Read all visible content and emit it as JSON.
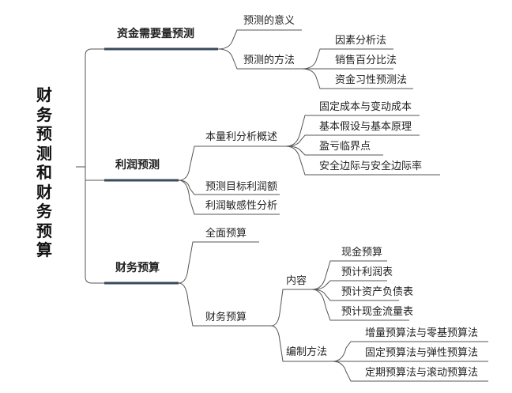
{
  "mindmap": {
    "root": "财务预测和财务预算",
    "branches": [
      {
        "label": "资金需要量预测",
        "children": [
          {
            "label": "预测的意义"
          },
          {
            "label": "预测的方法",
            "children": [
              "因素分析法",
              "销售百分比法",
              "资金习性预测法"
            ]
          }
        ]
      },
      {
        "label": "利润预测",
        "children": [
          {
            "label": "本量利分析概述",
            "children": [
              "固定成本与变动成本",
              "基本假设与基本原理",
              "盈亏临界点",
              "安全边际与安全边际率"
            ]
          },
          {
            "label": "预测目标利润额"
          },
          {
            "label": "利润敏感性分析"
          }
        ]
      },
      {
        "label": "财务预算",
        "children": [
          {
            "label": "全面预算"
          },
          {
            "label": "财务预算",
            "children": [
              {
                "label": "内容",
                "children": [
                  "现金预算",
                  "预计利润表",
                  "预计资产负债表",
                  "预计现金流量表"
                ]
              },
              {
                "label": "编制方法",
                "children": [
                  "增量预算法与零基预算法",
                  "固定预算法与弹性预算法",
                  "定期预算法与滚动预算法"
                ]
              }
            ]
          }
        ]
      }
    ]
  }
}
